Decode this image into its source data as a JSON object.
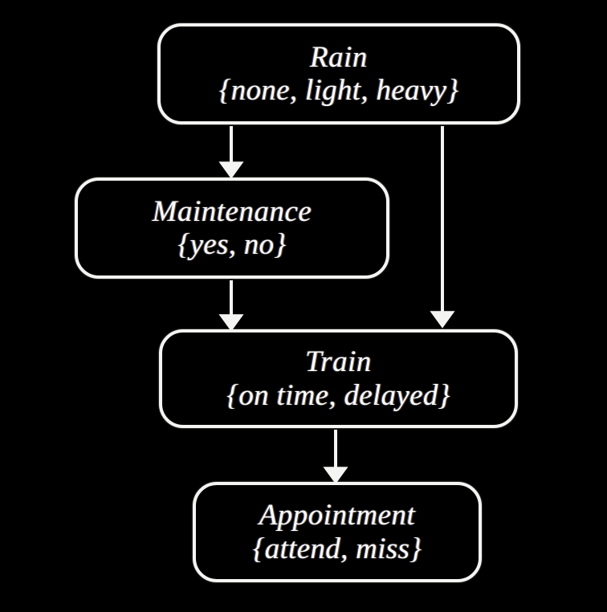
{
  "diagram": {
    "type": "bayesian-network",
    "background_color": "#000000",
    "stroke_color": "#f4f4f2",
    "text_color": "#ffffff",
    "nodes": [
      {
        "id": "rain",
        "title": "Rain",
        "states": "{none, light, heavy}",
        "state_list": [
          "none",
          "light",
          "heavy"
        ]
      },
      {
        "id": "maintenance",
        "title": "Maintenance",
        "states": "{yes, no}",
        "state_list": [
          "yes",
          "no"
        ]
      },
      {
        "id": "train",
        "title": "Train",
        "states": "{on time, delayed}",
        "state_list": [
          "on time",
          "delayed"
        ]
      },
      {
        "id": "appointment",
        "title": "Appointment",
        "states": "{attend, miss}",
        "state_list": [
          "attend",
          "miss"
        ]
      }
    ],
    "edges": [
      {
        "id": "rain-to-maintenance",
        "from": "rain",
        "to": "maintenance"
      },
      {
        "id": "rain-to-train",
        "from": "rain",
        "to": "train"
      },
      {
        "id": "maintenance-to-train",
        "from": "maintenance",
        "to": "train"
      },
      {
        "id": "train-to-appointment",
        "from": "train",
        "to": "appointment"
      }
    ]
  }
}
